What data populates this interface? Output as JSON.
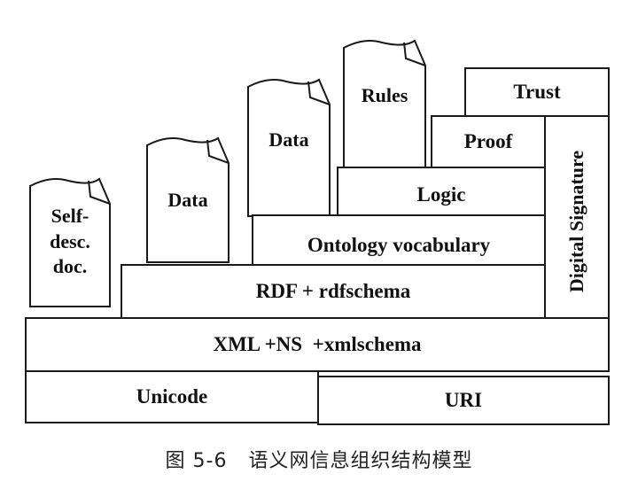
{
  "diagram": {
    "layers": {
      "unicode": "Unicode",
      "uri": "URI",
      "xml": "XML +NS  +xmlschema",
      "rdf": "RDF + rdfschema",
      "ontology": "Ontology vocabulary",
      "logic": "Logic",
      "proof": "Proof",
      "trust": "Trust",
      "signature": "Digital Signature"
    },
    "documents": {
      "self_desc": [
        "Self-",
        "desc.",
        "doc."
      ],
      "data_1": "Data",
      "data_2": "Data",
      "rules": "Rules"
    }
  },
  "caption": "图 5-6   语义网信息组织结构模型",
  "colors": {
    "stroke": "#1a1a1a",
    "fill": "#ffffff"
  }
}
